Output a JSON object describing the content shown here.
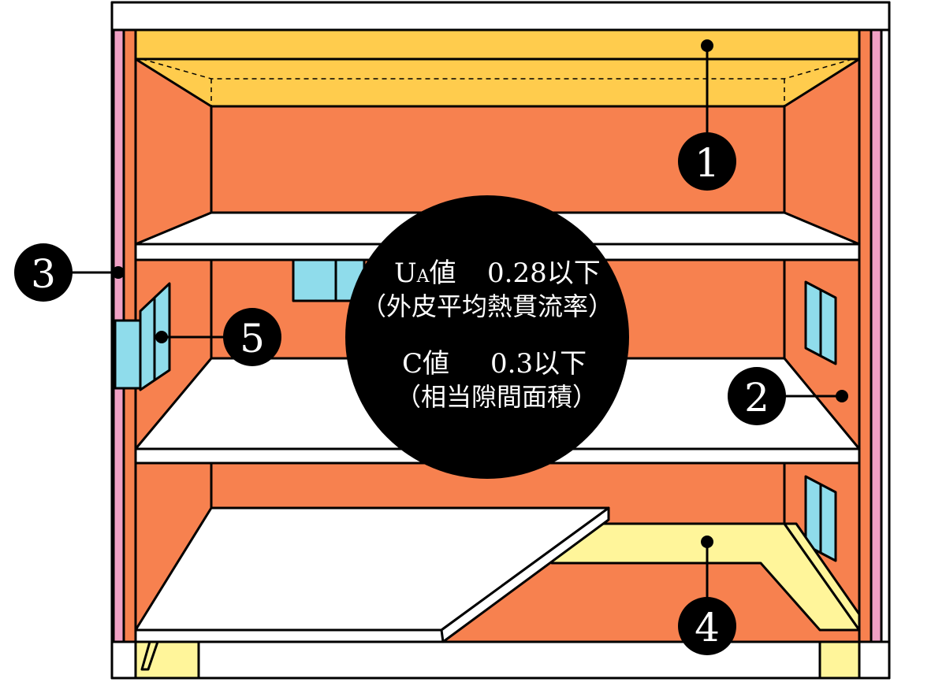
{
  "colors": {
    "wall": "#f7814f",
    "ceiling": "#ffcc4d",
    "floor_insulation": "#fff59a",
    "exterior_insulation": "#f0a0c4",
    "window": "#8fdceb",
    "board": "#ffffff",
    "badge": "#000000"
  },
  "markers": [
    "1",
    "2",
    "3",
    "4",
    "5"
  ],
  "performance": {
    "ua_u": "U",
    "ua_a": "A",
    "ua_suffix": "値",
    "ua_value": "0.28以下",
    "ua_desc": "（外皮平均熱貫流率）",
    "c_label": "C値",
    "c_value": "0.3以下",
    "c_desc": "（相当隙間面積）"
  }
}
